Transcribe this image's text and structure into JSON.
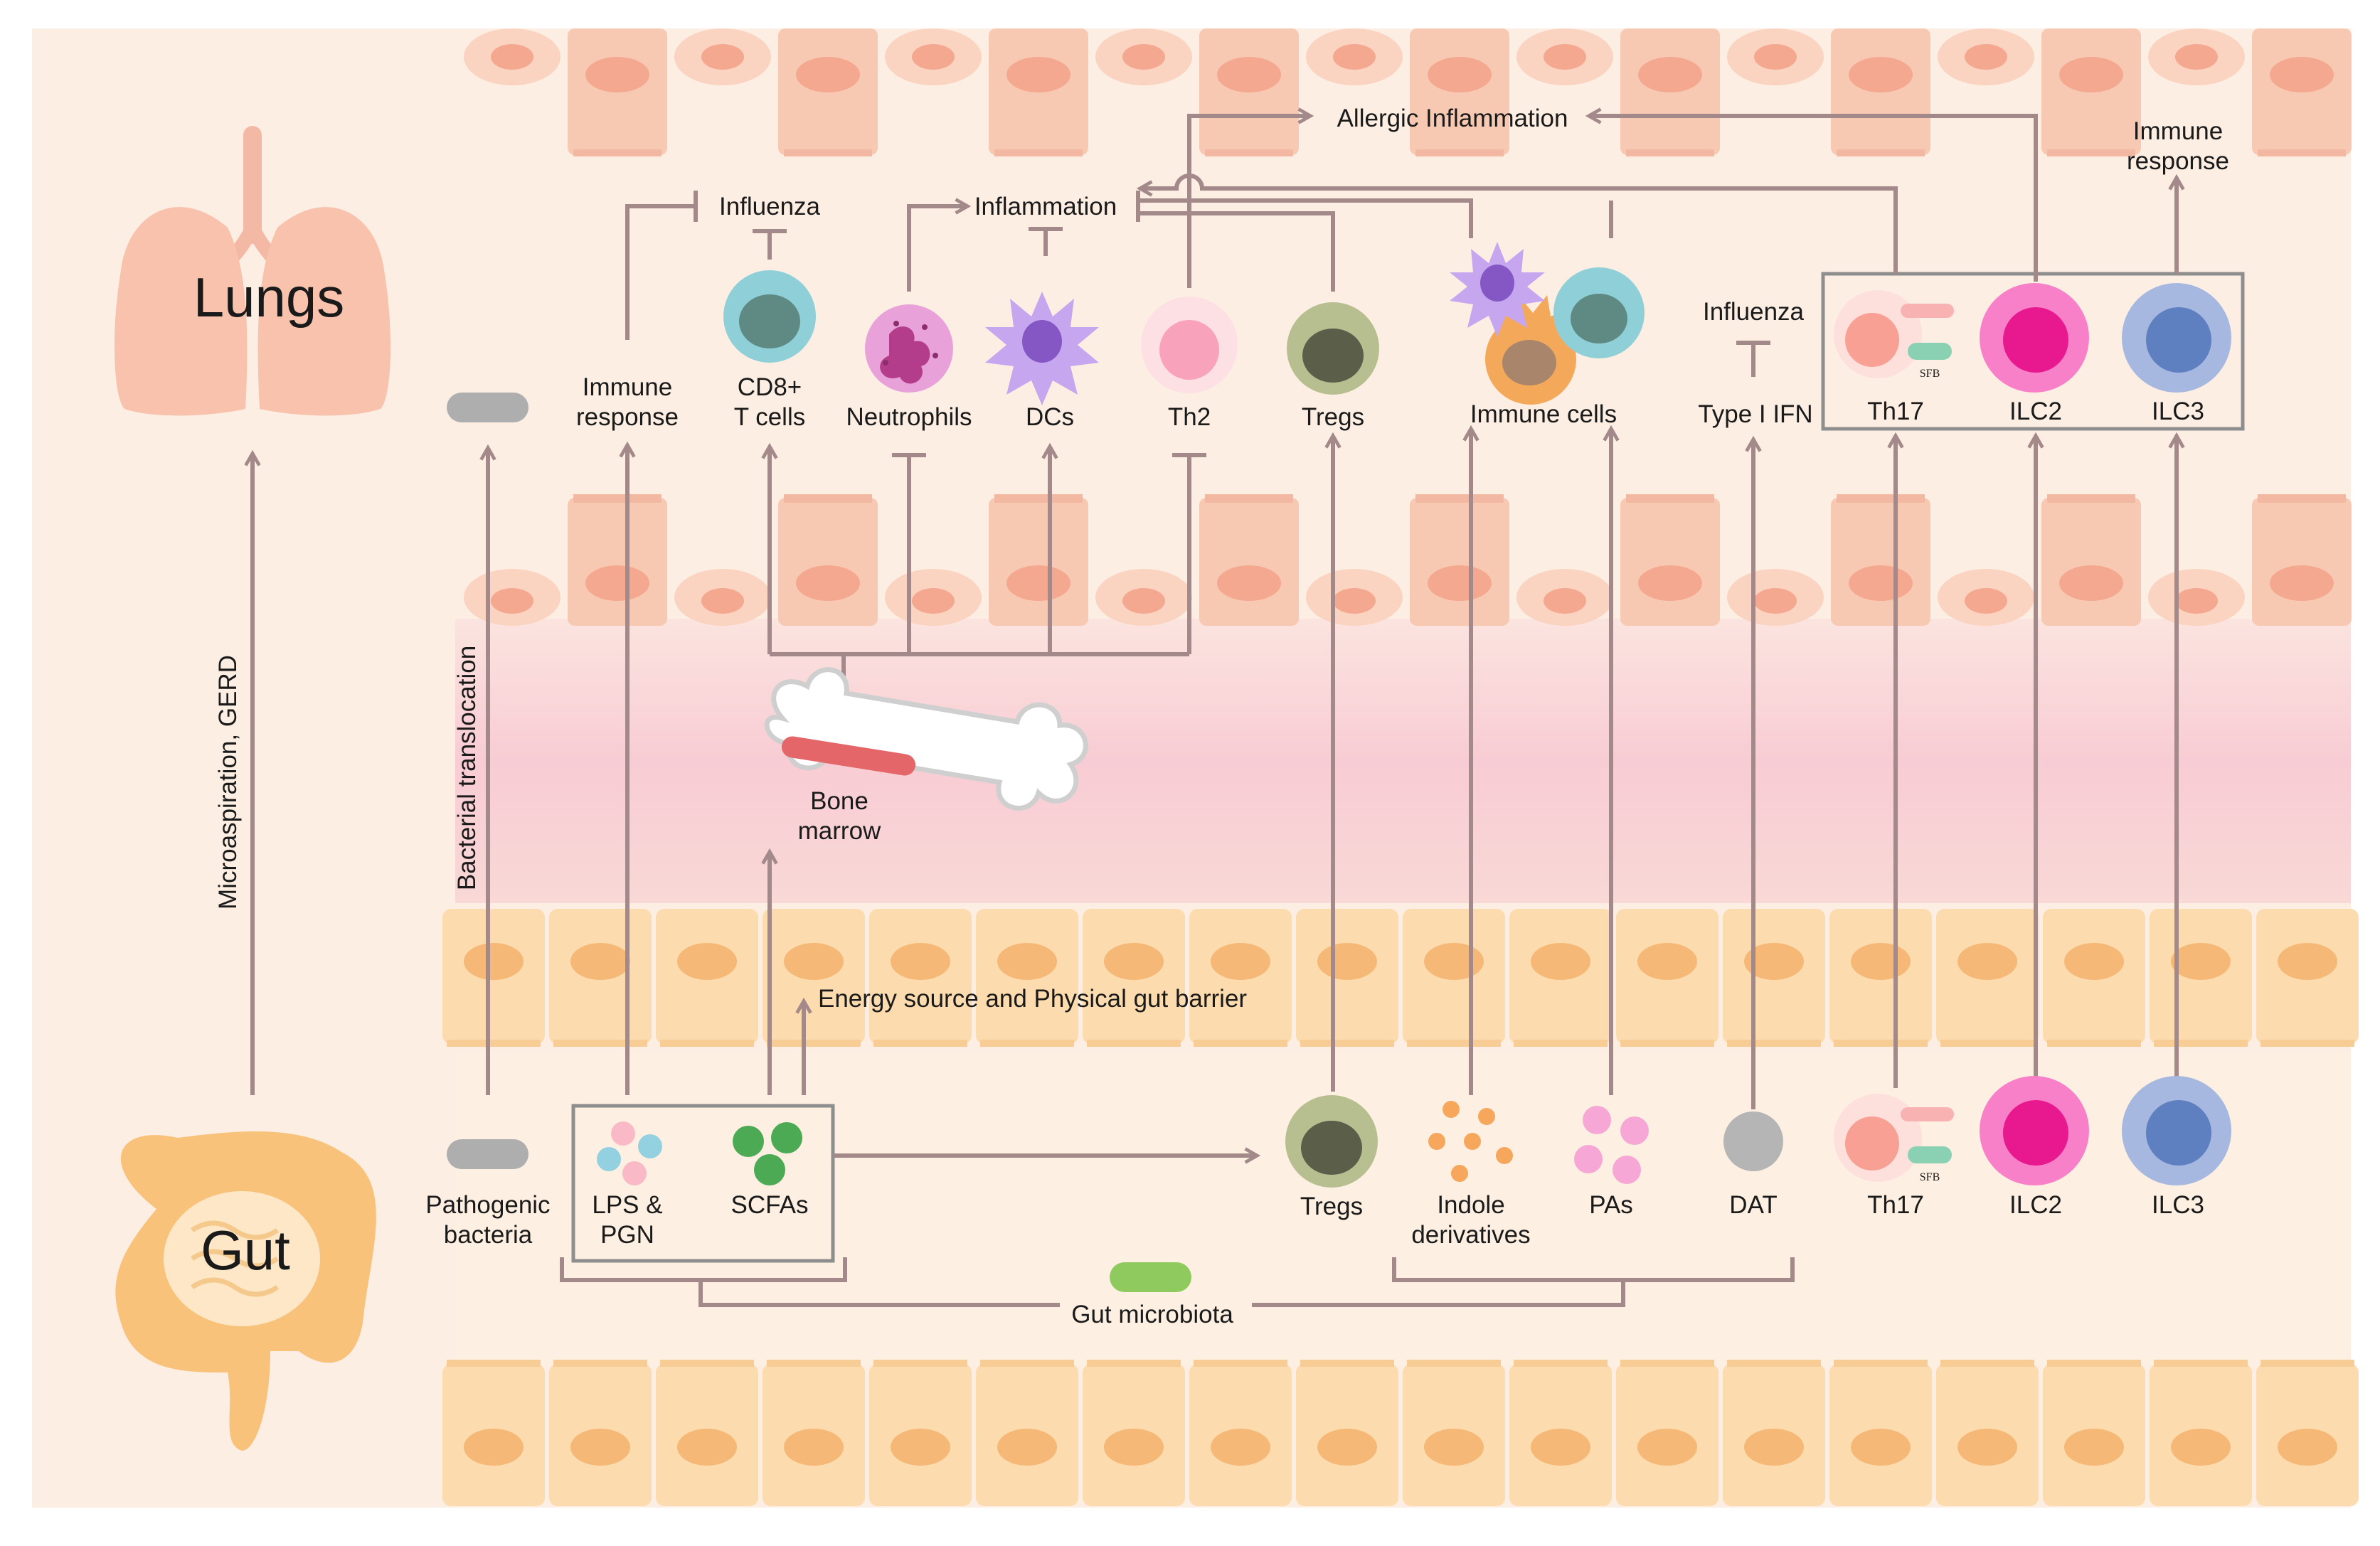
{
  "organs": {
    "lungs": "Lungs",
    "gut": "Gut"
  },
  "side_labels": {
    "microaspiration": "Microaspiration, GERD",
    "bacterial_translocation": "Bacterial translocation"
  },
  "top": {
    "allergic_inflammation": "Allergic Inflammation",
    "immune_response_right": [
      "Immune",
      "response"
    ],
    "influenza_left": "Influenza",
    "inflammation": "Inflammation",
    "influenza_right": "Influenza"
  },
  "lung_cells": {
    "immune_response": [
      "Immune",
      "response"
    ],
    "cd8": [
      "CD8+",
      "T cells"
    ],
    "neutrophils": "Neutrophils",
    "dcs": "DCs",
    "th2": "Th2",
    "tregs": "Tregs",
    "immune_cells": "Immune cells",
    "type_i_ifn": "Type I IFN",
    "th17": "Th17",
    "ilc2": "ILC2",
    "ilc3": "ILC3",
    "sfb": "SFB"
  },
  "middle": {
    "bone_marrow": [
      "Bone",
      "marrow"
    ],
    "energy": "Energy source and Physical gut barrier"
  },
  "gut_items": {
    "pathogenic": [
      "Pathogenic",
      "bacteria"
    ],
    "lps": [
      "LPS &",
      "PGN"
    ],
    "scfas": "SCFAs",
    "tregs": "Tregs",
    "indole": [
      "Indole",
      "derivatives"
    ],
    "pas": "PAs",
    "dat": "DAT",
    "th17": "Th17",
    "ilc2": "ILC2",
    "ilc3": "ILC3",
    "sfb": "SFB",
    "microbiota": "Gut microbiota"
  },
  "colors": {
    "background": "#fdeee4",
    "lung_epithelium": "#f8c9b2",
    "gut_epithelium": "#fcdcae",
    "bloodstream": "#f8d3d6",
    "arrow": "#a4898a",
    "cd8_cell": "#8fd0d8",
    "neutrophil": "#e9a2d9",
    "dc": "#c6a7ef",
    "th2": "#f9b3c7",
    "treg": "#b7bf91",
    "ilc2": "#f780c8",
    "ilc3": "#a7b8e0",
    "scfa": "#4caa55",
    "dat": "#b5b5b5"
  }
}
